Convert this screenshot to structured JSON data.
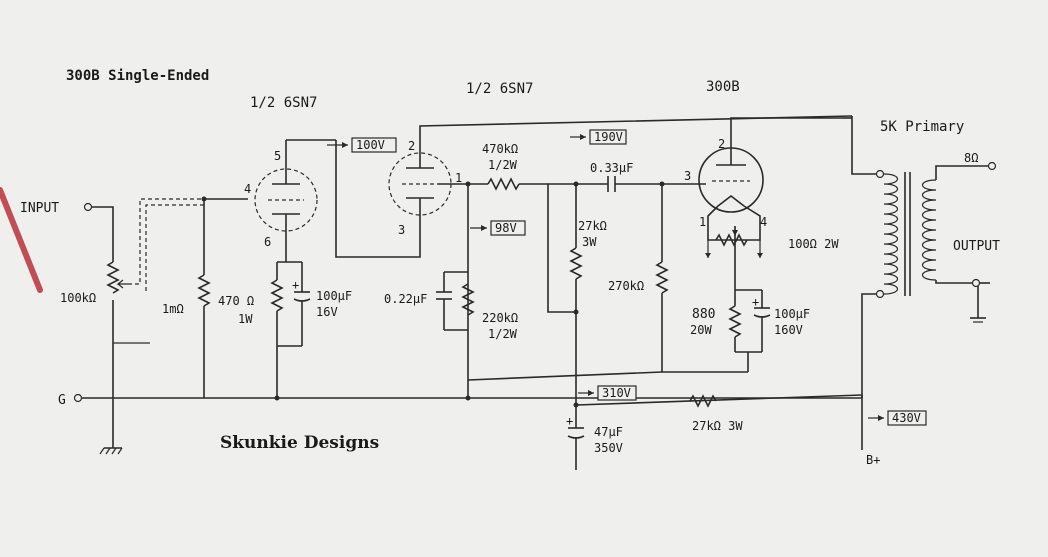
{
  "title": "300B Single-Ended",
  "brand": "Skunkie Designs",
  "tubes": {
    "v1": "1/2 6SN7",
    "v2": "1/2 6SN7",
    "v3": "300B"
  },
  "transformer": {
    "primary": "5K Primary",
    "secondary_ohms": "8Ω",
    "output_label": "OUTPUT"
  },
  "terminals": {
    "input": "INPUT",
    "ground": "G",
    "bplus": "B+"
  },
  "components": {
    "pot": "100kΩ",
    "r_grid": "1mΩ",
    "r_k1_value": "470 Ω",
    "r_k1_power": "1W",
    "c_k1_value": "100μF",
    "c_k1_voltage": "16V",
    "c_k2": "0.22μF",
    "r_k2_value": "220kΩ",
    "r_k2_power": "1/2W",
    "r_load1_value": "470kΩ",
    "r_load1_power": "1/2W",
    "r_plate2_value": "27kΩ",
    "r_plate2_power": "3W",
    "c_couple": "0.33μF",
    "r_grid3": "270kΩ",
    "r_hum": "100Ω 2W",
    "r_k3_value": "880",
    "r_k3_power": "20W",
    "c_k3_value": "100μF",
    "c_k3_voltage": "160V",
    "c_filter_value": "47μF",
    "c_filter_voltage": "350V",
    "r_drop": "27kΩ 3W"
  },
  "voltages": {
    "v1_plate": "100V",
    "v2_plate": "190V",
    "v2_cathode": "98V",
    "supply_mid": "310V",
    "bplus": "430V"
  },
  "pins": {
    "v1_plate": "5",
    "v1_grid": "4",
    "v1_cathode": "6",
    "v2_plate": "2",
    "v2_grid": "1",
    "v2_cathode": "3",
    "v3_grid": "3",
    "v3_fil_a": "1",
    "v3_fil_b": "4",
    "v3_plate": "2"
  }
}
